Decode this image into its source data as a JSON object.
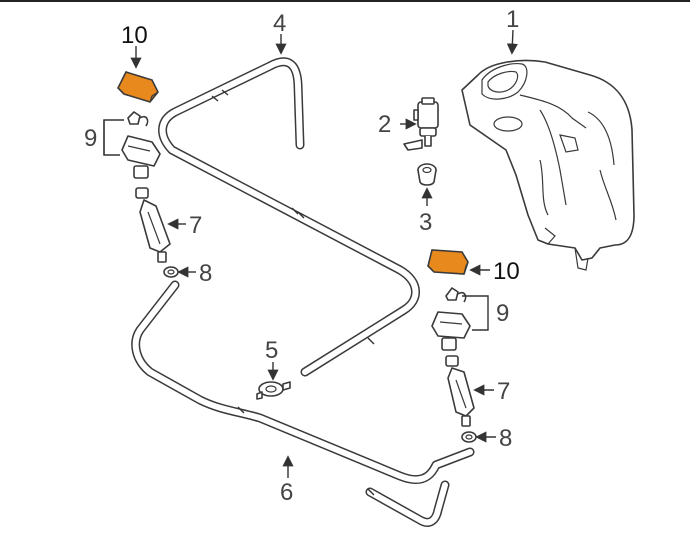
{
  "colors": {
    "highlight_part": "#e8891e",
    "line": "#3a3a3a",
    "background": "#ffffff"
  },
  "callouts": {
    "tank": "1",
    "pump": "2",
    "grommet": "3",
    "hose_upper": "4",
    "check_valve": "5",
    "hose_lower": "6",
    "extension_left": "7",
    "extension_right": "7",
    "seal_left": "8",
    "seal_right": "8",
    "nozzle_left": "9",
    "nozzle_right": "9",
    "cap_left": "10",
    "cap_right": "10"
  }
}
